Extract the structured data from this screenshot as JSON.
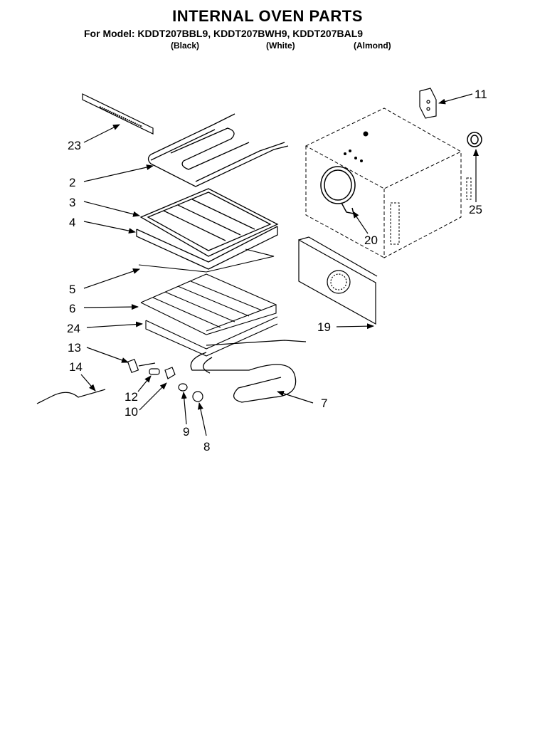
{
  "header": {
    "title": "INTERNAL OVEN PARTS",
    "models": "For Model: KDDT207BBL9, KDDT207BWH9, KDDT207BAL9",
    "colors": [
      "(Black)",
      "(White)",
      "(Almond)"
    ]
  },
  "callouts": [
    {
      "part": "23",
      "name": "part-23"
    },
    {
      "part": "2",
      "name": "part-2"
    },
    {
      "part": "3",
      "name": "part-3"
    },
    {
      "part": "4",
      "name": "part-4"
    },
    {
      "part": "5",
      "name": "part-5"
    },
    {
      "part": "6",
      "name": "part-6"
    },
    {
      "part": "24",
      "name": "part-24"
    },
    {
      "part": "13",
      "name": "part-13"
    },
    {
      "part": "14",
      "name": "part-14"
    },
    {
      "part": "12",
      "name": "part-12"
    },
    {
      "part": "10",
      "name": "part-10"
    },
    {
      "part": "9",
      "name": "part-9"
    },
    {
      "part": "8",
      "name": "part-8"
    },
    {
      "part": "7",
      "name": "part-7"
    },
    {
      "part": "11",
      "name": "part-11"
    },
    {
      "part": "25",
      "name": "part-25"
    },
    {
      "part": "20",
      "name": "part-20"
    },
    {
      "part": "19",
      "name": "part-19"
    }
  ]
}
